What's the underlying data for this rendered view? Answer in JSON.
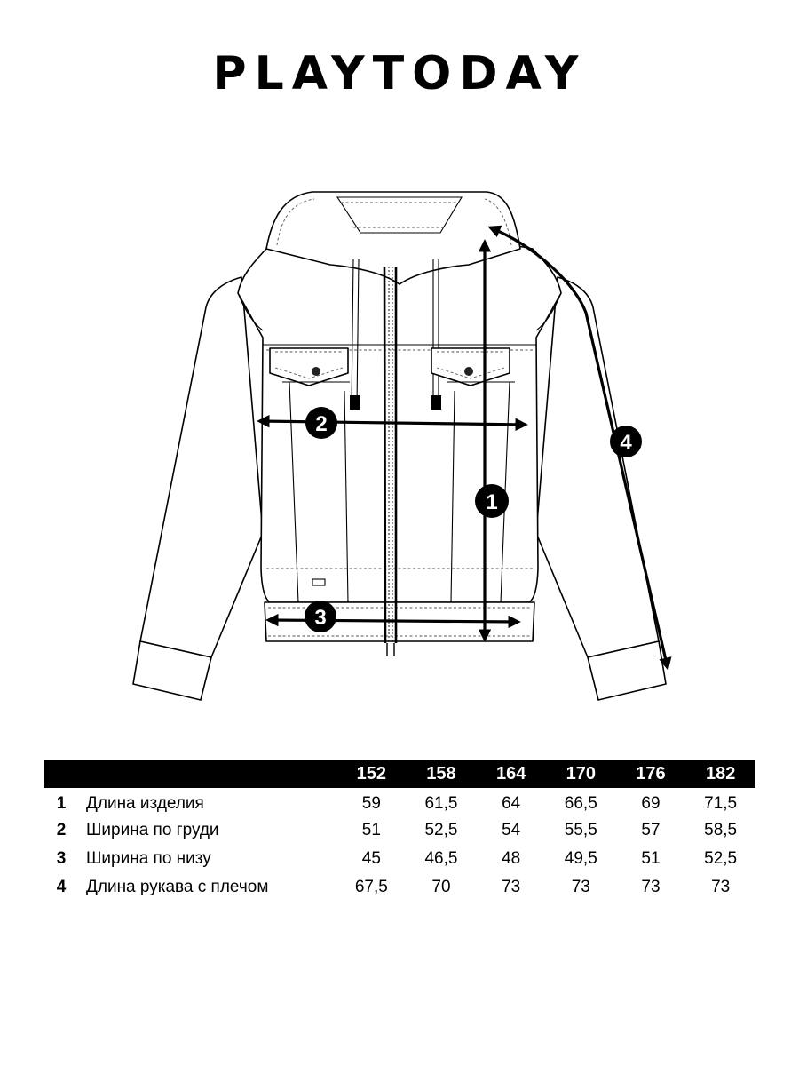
{
  "brand": {
    "name": "PLAYTODAY"
  },
  "measurement_markers": [
    "1",
    "2",
    "3",
    "4"
  ],
  "size_table": {
    "sizes": [
      "152",
      "158",
      "164",
      "170",
      "176",
      "182"
    ],
    "rows": [
      {
        "num": "1",
        "label": "Длина изделия",
        "values": [
          "59",
          "61,5",
          "64",
          "66,5",
          "69",
          "71,5"
        ]
      },
      {
        "num": "2",
        "label": "Ширина по груди",
        "values": [
          "51",
          "52,5",
          "54",
          "55,5",
          "57",
          "58,5"
        ]
      },
      {
        "num": "3",
        "label": "Ширина по низу",
        "values": [
          "45",
          "46,5",
          "48",
          "49,5",
          "51",
          "52,5"
        ]
      },
      {
        "num": "4",
        "label": "Длина рукава с плечом",
        "values": [
          "67,5",
          "70",
          "73",
          "73",
          "73",
          "73"
        ]
      }
    ]
  },
  "colors": {
    "ink": "#000000",
    "background": "#ffffff",
    "header_text": "#ffffff"
  }
}
